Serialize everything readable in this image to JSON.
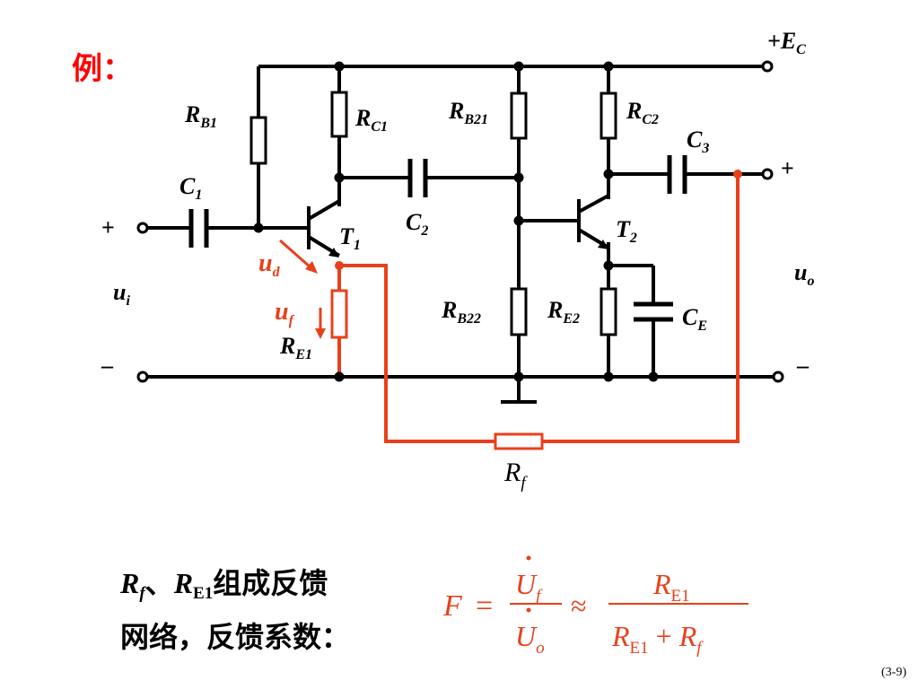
{
  "example_label": "例：",
  "supply": {
    "plus": "+",
    "E": "E",
    "E_sub": "C"
  },
  "components": {
    "RB1": {
      "main": "R",
      "sub": "B1"
    },
    "RC1": {
      "main": "R",
      "sub": "C1"
    },
    "RB21": {
      "main": "R",
      "sub": "B21"
    },
    "RC2": {
      "main": "R",
      "sub": "C2"
    },
    "RB22": {
      "main": "R",
      "sub": "B22"
    },
    "RE2": {
      "main": "R",
      "sub": "E2"
    },
    "RE1": {
      "main": "R",
      "sub": "E1"
    },
    "C1": {
      "main": "C",
      "sub": "1"
    },
    "C2": {
      "main": "C",
      "sub": "2"
    },
    "C3": {
      "main": "C",
      "sub": "3"
    },
    "CE": {
      "main": "C",
      "sub": "E"
    },
    "T1": {
      "main": "T",
      "sub": "1"
    },
    "T2": {
      "main": "T",
      "sub": "2"
    },
    "Rf": {
      "main": "R",
      "sub": "f"
    }
  },
  "signals": {
    "ui": {
      "main": "u",
      "sub": "i"
    },
    "uo": {
      "main": "u",
      "sub": "o"
    },
    "ud": {
      "main": "u",
      "sub": "d"
    },
    "uf": {
      "main": "u",
      "sub": "f"
    },
    "in_plus": "+",
    "in_minus": "–",
    "out_plus": "+",
    "out_minus": "–"
  },
  "caption": {
    "rf": "R",
    "rf_sub": "f",
    "sep": "、",
    "re1": "R",
    "re1_sub": "E1",
    "line1_tail": "组成反馈",
    "line2": "网络，反馈系数："
  },
  "formula": {
    "lhs": "F",
    "eq": "=",
    "num": "U",
    "num_sub": "f",
    "den": "U",
    "den_sub": "o",
    "approx": "≈",
    "rnum": "R",
    "rnum_sub": "E1",
    "rden_a": "R",
    "rden_a_sub": "E1",
    "plus": "+",
    "rden_b": "R",
    "rden_b_sub": "f"
  },
  "page_number": "(3-9)",
  "colors": {
    "wire": "#000000",
    "feedback": "#e8401c",
    "example": "#ff0000"
  }
}
